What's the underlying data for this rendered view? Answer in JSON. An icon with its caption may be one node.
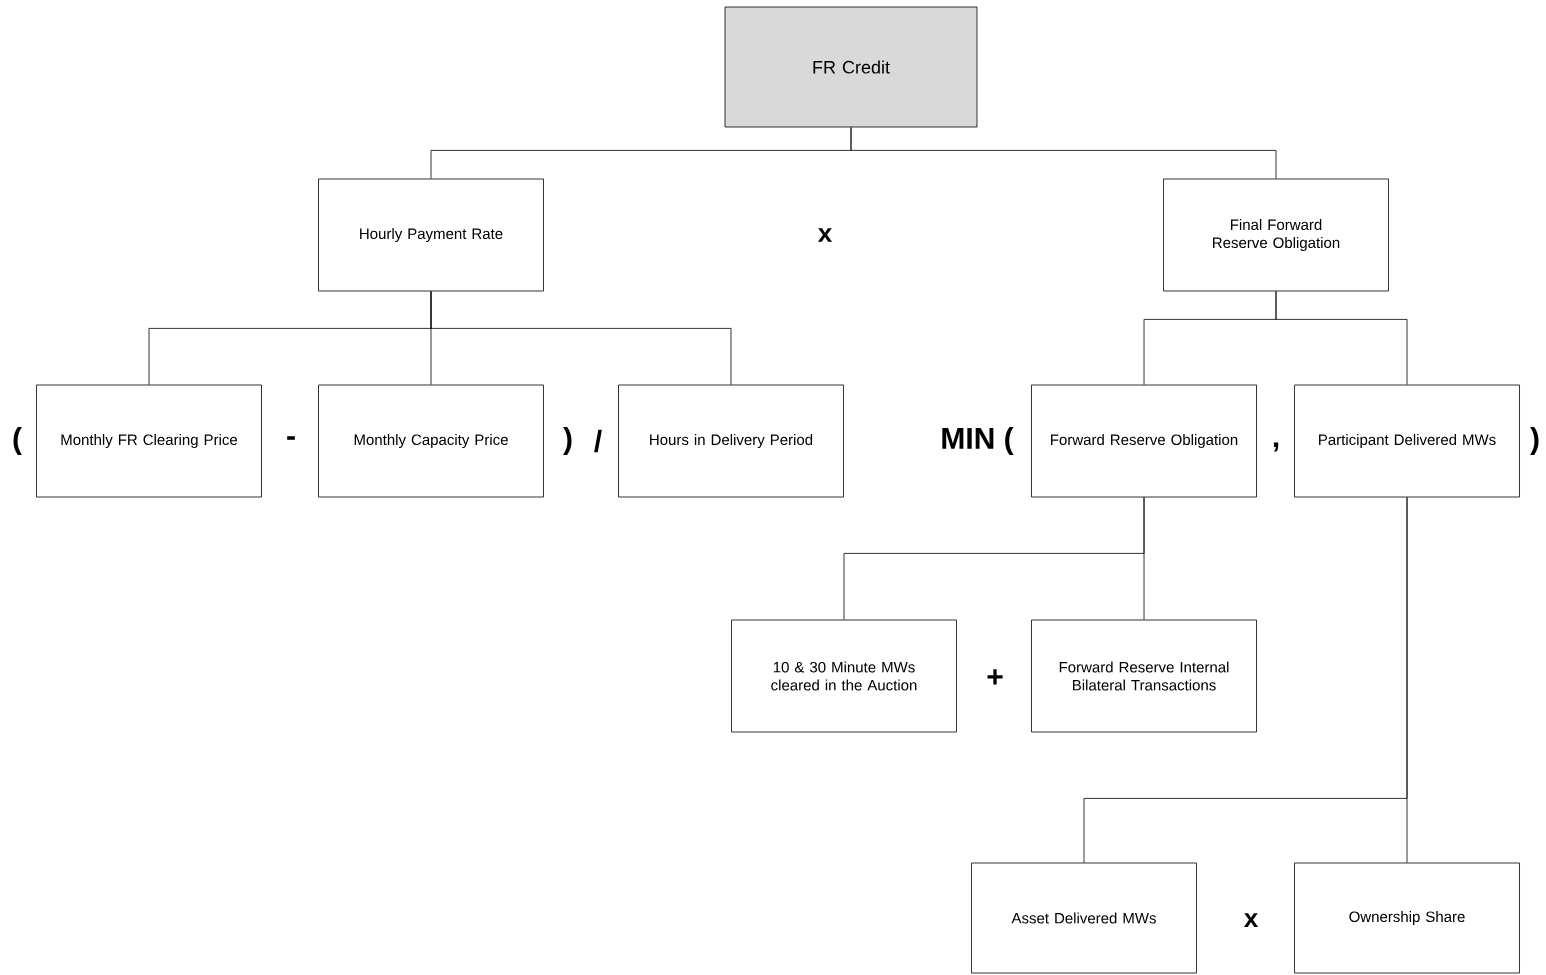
{
  "diagram": {
    "nodes": [
      {
        "text": [
          "FR Credit"
        ]
      },
      {
        "text": [
          "Hourly Payment Rate"
        ]
      },
      {
        "text": [
          "Final Forward Reserve Obligation"
        ]
      },
      {
        "text": [
          "Monthly FR Clearing Price"
        ]
      },
      {
        "text": [
          "Monthly Capacity Price"
        ]
      },
      {
        "text": [
          "Hours in Delivery Period"
        ]
      },
      {
        "text": [
          "Forward Reserve Obligation"
        ]
      },
      {
        "text": [
          "Participant Delivered MWs"
        ]
      },
      {
        "text": [
          "10 & 30 Minute MWs cleared in the Auction"
        ]
      },
      {
        "text": [
          "Forward Reserve Internal Bilateral Transactions"
        ]
      },
      {
        "text": [
          "Asset Delivered MWs"
        ]
      },
      {
        "text": [
          "Ownership Share"
        ]
      }
    ],
    "edges": [
      {
        "from": 0,
        "to": 1,
        "arrow": "none"
      },
      {
        "from": 0,
        "to": 2,
        "arrow": "none"
      },
      {
        "from": 1,
        "to": 3,
        "arrow": "none"
      },
      {
        "from": 1,
        "to": 4,
        "arrow": "none"
      },
      {
        "from": 1,
        "to": 5,
        "arrow": "none"
      },
      {
        "from": 2,
        "to": 6,
        "arrow": "none"
      },
      {
        "from": 2,
        "to": 7,
        "arrow": "none"
      },
      {
        "from": 6,
        "to": 8,
        "arrow": "none"
      },
      {
        "from": 6,
        "to": 9,
        "arrow": "none"
      },
      {
        "from": 7,
        "to": 10,
        "arrow": "none"
      },
      {
        "from": 7,
        "to": 11,
        "arrow": "none"
      }
    ],
    "labels": [
      "x",
      "(",
      "-",
      ")",
      "/",
      "MIN (",
      ",",
      ")",
      "+",
      "x"
    ]
  }
}
